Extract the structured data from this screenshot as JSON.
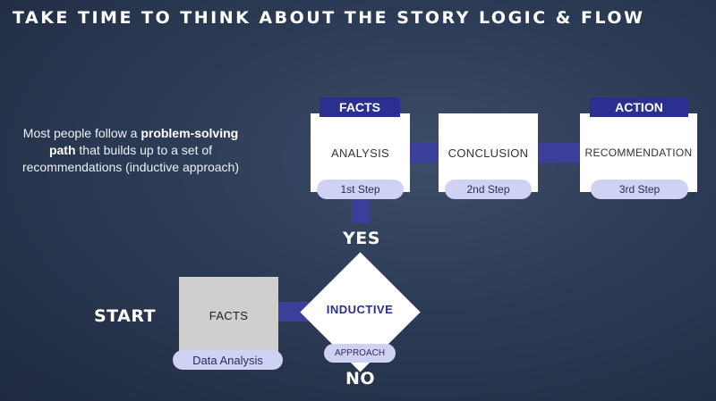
{
  "title": "TAKE TIME TO THINK ABOUT THE STORY LOGIC & FLOW",
  "intro": {
    "pre": "Most people follow a ",
    "bold": "problem-solving path",
    "post": " that builds up to a set of recommendations (inductive approach)"
  },
  "steps": [
    {
      "tab": "FACTS",
      "box": "ANALYSIS",
      "pill": "1st Step"
    },
    {
      "tab": "",
      "box": "CONCLUSION",
      "pill": "2nd Step"
    },
    {
      "tab": "ACTION",
      "box": "RECOMMENDATION",
      "pill": "3rd Step"
    }
  ],
  "yes": "YES",
  "no": "NO",
  "start": "START",
  "facts_box": {
    "label": "FACTS",
    "pill": "Data Analysis"
  },
  "decision": {
    "label": "INDUCTIVE",
    "pill": "APPROACH"
  },
  "colors": {
    "accent": "#2b2f8f",
    "connector": "#3a3f9a",
    "pill": "#cfd2f3",
    "background": "#2c3b55"
  }
}
